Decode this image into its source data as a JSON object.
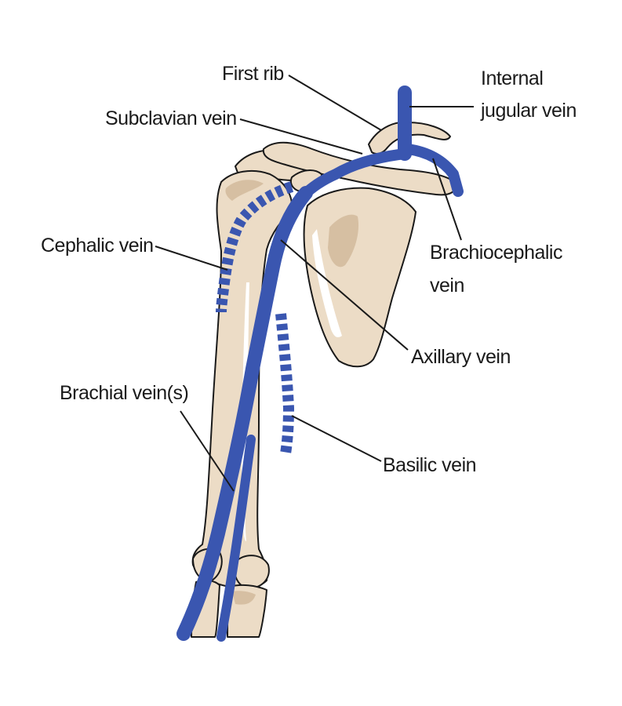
{
  "colors": {
    "vein": "#3a56b0",
    "bone": "#ecdcc6",
    "bone_shadow": "#d6bfa2",
    "outline": "#1a1a1a",
    "background": "#ffffff"
  },
  "labels": {
    "first_rib": "First rib",
    "internal_jugular_1": "Internal",
    "internal_jugular_2": "jugular vein",
    "subclavian": "Subclavian vein",
    "brachiocephalic_1": "Brachiocephalic",
    "brachiocephalic_2": "vein",
    "cephalic": "Cephalic vein",
    "axillary": "Axillary vein",
    "brachial": "Brachial vein(s)",
    "basilic": "Basilic vein"
  }
}
